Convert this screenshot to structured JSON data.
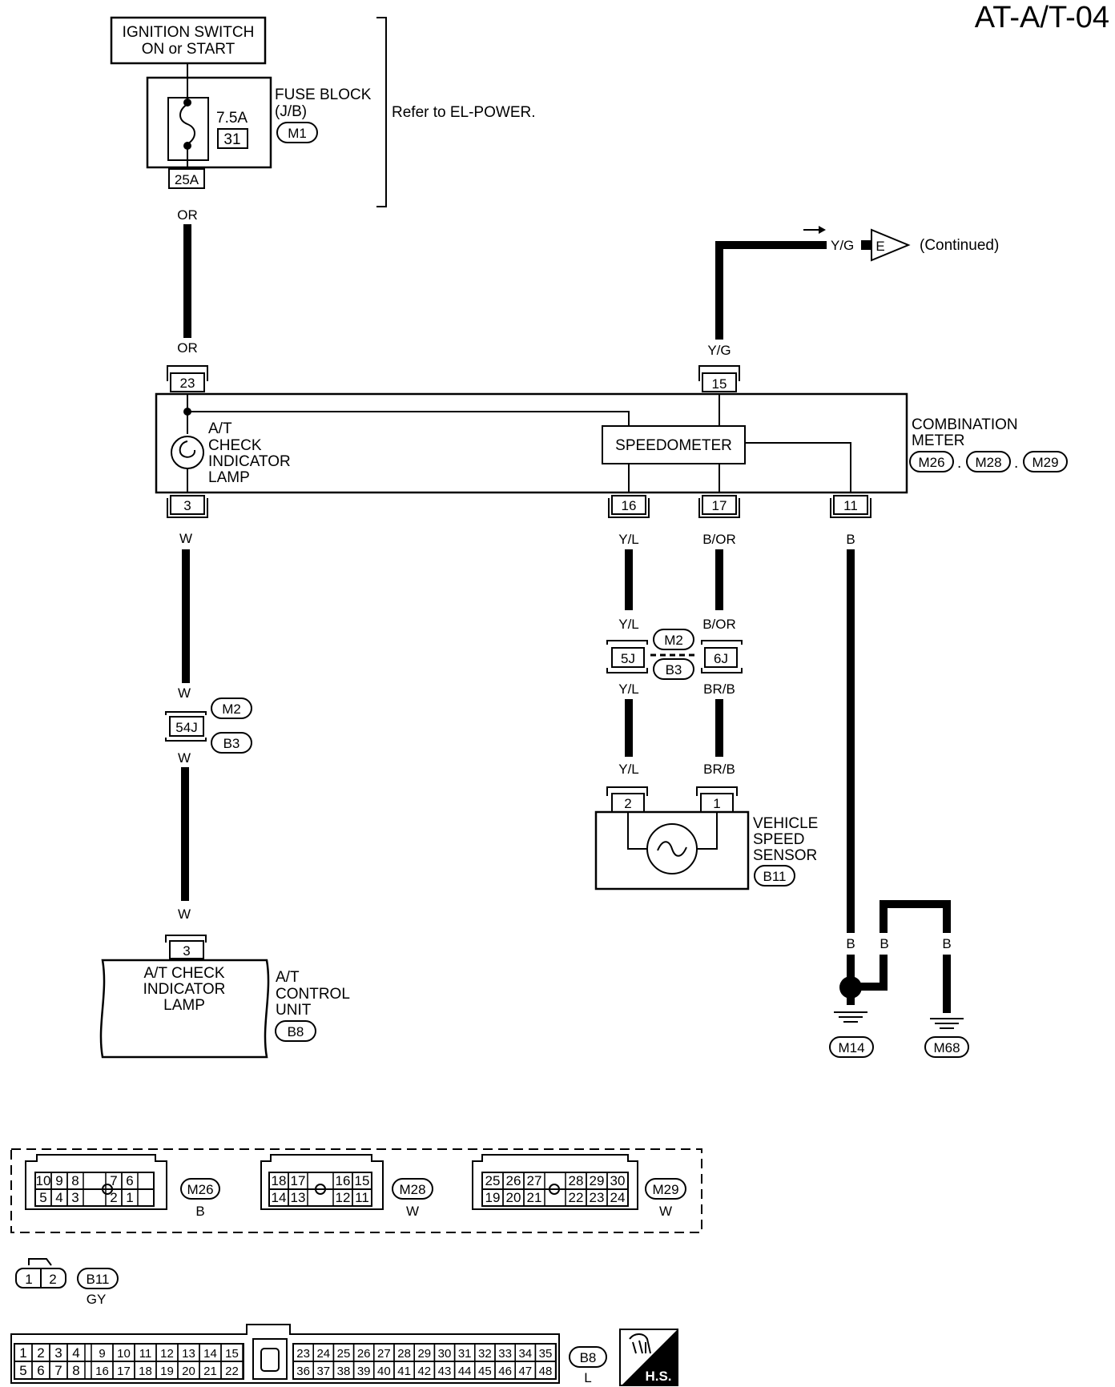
{
  "page_code": "AT-A/T-04",
  "ignition_switch": {
    "line1": "IGNITION SWITCH",
    "line2": "ON or START"
  },
  "fuse_block": {
    "line1": "FUSE BLOCK",
    "line2": "(J/B)",
    "conn": "M1",
    "fuse_amp": "7.5A",
    "fuse_no": "31",
    "out_pin": "25A"
  },
  "refer_note": "Refer to EL-POWER.",
  "continued": {
    "color": "Y/G",
    "tag": "E",
    "text": "(Continued)"
  },
  "combination_meter": {
    "line1": "COMBINATION",
    "line2": "METER",
    "conns": [
      "M26",
      "M28",
      "M29"
    ],
    "lamp": [
      "A/T",
      "CHECK",
      "INDICATOR",
      "LAMP"
    ],
    "speedometer": "SPEEDOMETER",
    "pins": {
      "p23": "23",
      "p15": "15",
      "p3": "3",
      "p16": "16",
      "p17": "17",
      "p11": "11"
    }
  },
  "wire_colors": {
    "or_top": "OR",
    "or_bottom": "OR",
    "yg": "Y/G",
    "w1": "W",
    "w2": "W",
    "w3": "W",
    "w4": "W",
    "yl1": "Y/L",
    "yl2": "Y/L",
    "yl3": "Y/L",
    "yl4": "Y/L",
    "bor1": "B/OR",
    "bor2": "B/OR",
    "brb1": "BR/B",
    "brb2": "BR/B",
    "b1": "B",
    "b2": "B",
    "b3": "B",
    "b4": "B"
  },
  "joint_54j": {
    "pin": "54J",
    "conn1": "M2",
    "conn2": "B3"
  },
  "joint_5j6j": {
    "pin_a": "5J",
    "pin_b": "6J",
    "conn1": "M2",
    "conn2": "B3"
  },
  "vehicle_speed_sensor": {
    "line1": "VEHICLE",
    "line2": "SPEED",
    "line3": "SENSOR",
    "conn": "B11",
    "pin2": "2",
    "pin1": "1"
  },
  "at_control_unit": {
    "pin": "3",
    "inner": [
      "A/T CHECK",
      "INDICATOR",
      "LAMP"
    ],
    "label": [
      "A/T",
      "CONTROL",
      "UNIT"
    ],
    "conn": "B8"
  },
  "grounds": [
    "M14",
    "M68"
  ],
  "connector_views": {
    "m26": {
      "top": [
        "10",
        "9",
        "8",
        "7",
        "6"
      ],
      "bottom": [
        "5",
        "4",
        "3",
        "2",
        "1"
      ],
      "id": "M26",
      "color": "B"
    },
    "m28": {
      "top": [
        "18",
        "17",
        "16",
        "15"
      ],
      "bottom": [
        "14",
        "13",
        "12",
        "11"
      ],
      "id": "M28",
      "color": "W"
    },
    "m29": {
      "top": [
        "25",
        "26",
        "27",
        "28",
        "29",
        "30"
      ],
      "bottom": [
        "19",
        "20",
        "21",
        "22",
        "23",
        "24"
      ],
      "id": "M29",
      "color": "W"
    },
    "b11": {
      "pins": [
        "1",
        "2"
      ],
      "id": "B11",
      "color": "GY"
    },
    "b8": {
      "top_left": [
        "1",
        "2",
        "3",
        "4",
        "9",
        "10",
        "11",
        "12",
        "13",
        "14",
        "15"
      ],
      "bottom_left": [
        "5",
        "6",
        "7",
        "8",
        "16",
        "17",
        "18",
        "19",
        "20",
        "21",
        "22"
      ],
      "top_right": [
        "23",
        "24",
        "25",
        "26",
        "27",
        "28",
        "29",
        "30",
        "31",
        "32",
        "33",
        "34",
        "35"
      ],
      "bottom_right": [
        "36",
        "37",
        "38",
        "39",
        "40",
        "41",
        "42",
        "43",
        "44",
        "45",
        "46",
        "47",
        "48"
      ],
      "id": "B8",
      "color": "L"
    }
  },
  "hs_badge": "H.S."
}
